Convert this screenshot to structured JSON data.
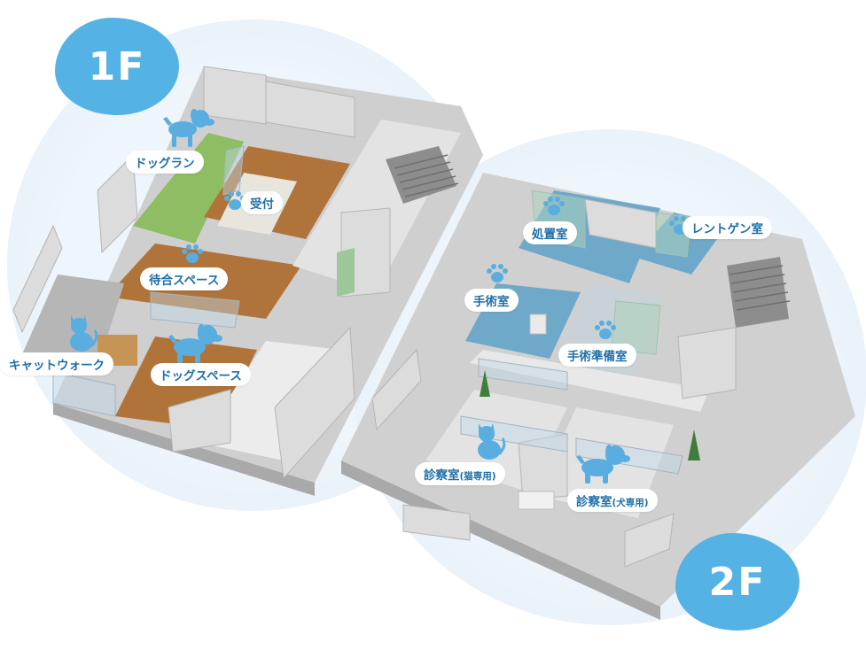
{
  "floors": {
    "f1": {
      "badge": "1F",
      "rooms": {
        "dog_run": "ドッグラン",
        "reception": "受付",
        "waiting_space": "待合スペース",
        "cat_walk": "キャットウォーク",
        "dog_space": "ドッグスペース"
      }
    },
    "f2": {
      "badge": "2F",
      "rooms": {
        "treatment": "処置室",
        "xray": "レントゲン室",
        "surgery": "手術室",
        "surgery_prep": "手術準備室",
        "exam_cat": "診察室",
        "exam_cat_note": "(猫専用)",
        "exam_dog": "診察室",
        "exam_dog_note": "(犬専用)"
      }
    }
  },
  "colors": {
    "accent_blue": "#55b2e4",
    "label_text": "#1f6fa8",
    "icon_blue": "#5aaedf",
    "floor_wood": "#b0743a",
    "floor_green": "#8fbd63",
    "floor_blue": "#6fa9c9",
    "wall": "#d9d9d9"
  },
  "icons": [
    "dog-icon",
    "cat-icon",
    "paw-icon"
  ]
}
